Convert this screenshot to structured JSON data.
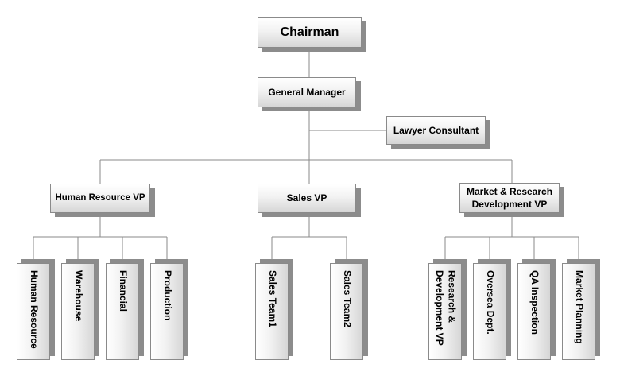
{
  "chairman": "Chairman",
  "general_manager": "General Manager",
  "lawyer": "Lawyer Consultant",
  "vps": {
    "hr": "Human Resource VP",
    "sales": "Sales VP",
    "mr": "Market & Research\nDevelopment VP"
  },
  "depts": {
    "hr": [
      "Human Resource",
      "Warehouse",
      "Financial",
      "Production"
    ],
    "sales": [
      "Sales Team1",
      "Sales Team2"
    ],
    "mr": [
      "Research &\nDevelopment VP",
      "Oversea Dept.",
      "QA Inspection",
      "Market Planning"
    ]
  },
  "colors": {
    "line": "#8a8a8a",
    "shadow": "#8c8c8c"
  }
}
